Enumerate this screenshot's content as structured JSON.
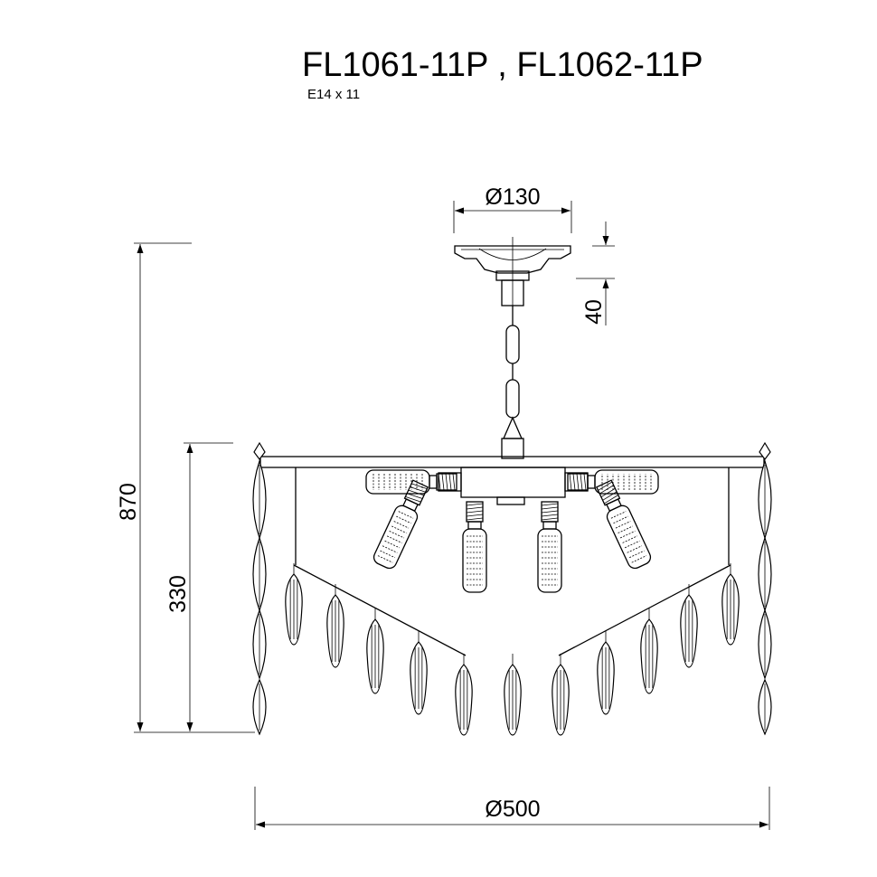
{
  "title": "FL1061-11P , FL1062-11P",
  "subtitle": "E14 x 11",
  "dimensions": {
    "canopy_diameter": "Ø130",
    "canopy_height": "40",
    "total_height": "870",
    "body_height": "330",
    "body_diameter": "Ø500"
  }
}
